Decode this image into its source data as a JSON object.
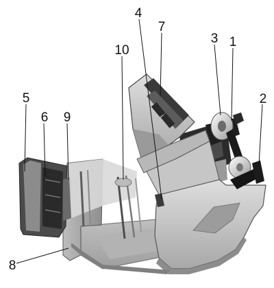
{
  "callouts": {
    "c1": "1",
    "c2": "2",
    "c3": "3",
    "c4": "4",
    "c5": "5",
    "c6": "6",
    "c7": "7",
    "c8": "8",
    "c9": "9",
    "c10": "10"
  },
  "colors": {
    "body_light": "#cfcfcf",
    "body_mid": "#a9a9a9",
    "body_dark": "#5a5a5a",
    "black_part": "#1a1a1a",
    "leader_line": "#111111"
  }
}
